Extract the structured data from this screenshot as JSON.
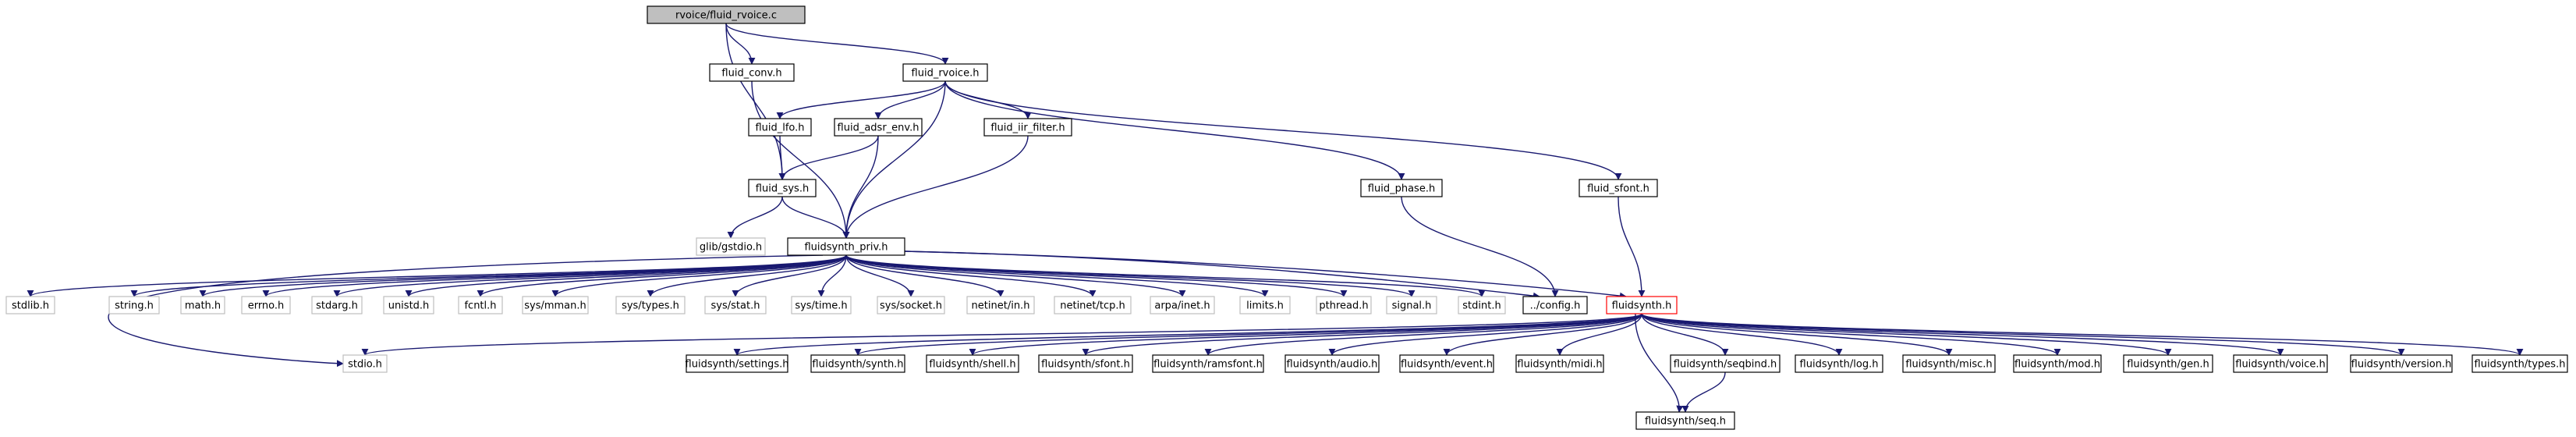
{
  "graph": {
    "type": "include-dependency-graph",
    "colors": {
      "edge": "#191970",
      "root_fill": "#bfbfbf",
      "node_border": "#000000",
      "external_border": "#bfbfbf",
      "highlight_border": "#ff0000",
      "node_fill": "#ffffff"
    },
    "nodes": [
      {
        "id": "root",
        "label": "rvoice/fluid_rvoice.c",
        "kind": "root"
      },
      {
        "id": "conv",
        "label": "fluid_conv.h",
        "kind": "normal"
      },
      {
        "id": "rvoiceh",
        "label": "fluid_rvoice.h",
        "kind": "normal"
      },
      {
        "id": "lfo",
        "label": "fluid_lfo.h",
        "kind": "normal"
      },
      {
        "id": "adsr",
        "label": "fluid_adsr_env.h",
        "kind": "normal"
      },
      {
        "id": "iir",
        "label": "fluid_iir_filter.h",
        "kind": "normal"
      },
      {
        "id": "sys",
        "label": "fluid_sys.h",
        "kind": "normal"
      },
      {
        "id": "phase",
        "label": "fluid_phase.h",
        "kind": "normal"
      },
      {
        "id": "sfont",
        "label": "fluid_sfont.h",
        "kind": "normal"
      },
      {
        "id": "glib",
        "label": "glib/gstdio.h",
        "kind": "external"
      },
      {
        "id": "priv",
        "label": "fluidsynth_priv.h",
        "kind": "normal"
      },
      {
        "id": "stdlib",
        "label": "stdlib.h",
        "kind": "external"
      },
      {
        "id": "string",
        "label": "string.h",
        "kind": "external"
      },
      {
        "id": "math",
        "label": "math.h",
        "kind": "external"
      },
      {
        "id": "errno",
        "label": "errno.h",
        "kind": "external"
      },
      {
        "id": "stdarg",
        "label": "stdarg.h",
        "kind": "external"
      },
      {
        "id": "unistd",
        "label": "unistd.h",
        "kind": "external"
      },
      {
        "id": "fcntl",
        "label": "fcntl.h",
        "kind": "external"
      },
      {
        "id": "mman",
        "label": "sys/mman.h",
        "kind": "external"
      },
      {
        "id": "types",
        "label": "sys/types.h",
        "kind": "external"
      },
      {
        "id": "stat",
        "label": "sys/stat.h",
        "kind": "external"
      },
      {
        "id": "time",
        "label": "sys/time.h",
        "kind": "external"
      },
      {
        "id": "socket",
        "label": "sys/socket.h",
        "kind": "external"
      },
      {
        "id": "netin",
        "label": "netinet/in.h",
        "kind": "external"
      },
      {
        "id": "nettcp",
        "label": "netinet/tcp.h",
        "kind": "external"
      },
      {
        "id": "arpa",
        "label": "arpa/inet.h",
        "kind": "external"
      },
      {
        "id": "limits",
        "label": "limits.h",
        "kind": "external"
      },
      {
        "id": "pthread",
        "label": "pthread.h",
        "kind": "external"
      },
      {
        "id": "signal",
        "label": "signal.h",
        "kind": "external"
      },
      {
        "id": "stdint",
        "label": "stdint.h",
        "kind": "external"
      },
      {
        "id": "config",
        "label": "../config.h",
        "kind": "normal"
      },
      {
        "id": "fluidsynth",
        "label": "fluidsynth.h",
        "kind": "highlight"
      },
      {
        "id": "stdio",
        "label": "stdio.h",
        "kind": "external"
      },
      {
        "id": "settings",
        "label": "fluidsynth/settings.h",
        "kind": "normal"
      },
      {
        "id": "synth",
        "label": "fluidsynth/synth.h",
        "kind": "normal"
      },
      {
        "id": "shell",
        "label": "fluidsynth/shell.h",
        "kind": "normal"
      },
      {
        "id": "fsfont",
        "label": "fluidsynth/sfont.h",
        "kind": "normal"
      },
      {
        "id": "ramsfont",
        "label": "fluidsynth/ramsfont.h",
        "kind": "normal"
      },
      {
        "id": "audio",
        "label": "fluidsynth/audio.h",
        "kind": "normal"
      },
      {
        "id": "event",
        "label": "fluidsynth/event.h",
        "kind": "normal"
      },
      {
        "id": "midi",
        "label": "fluidsynth/midi.h",
        "kind": "normal"
      },
      {
        "id": "seqbind",
        "label": "fluidsynth/seqbind.h",
        "kind": "normal"
      },
      {
        "id": "log",
        "label": "fluidsynth/log.h",
        "kind": "normal"
      },
      {
        "id": "misc",
        "label": "fluidsynth/misc.h",
        "kind": "normal"
      },
      {
        "id": "mod",
        "label": "fluidsynth/mod.h",
        "kind": "normal"
      },
      {
        "id": "gen",
        "label": "fluidsynth/gen.h",
        "kind": "normal"
      },
      {
        "id": "voice",
        "label": "fluidsynth/voice.h",
        "kind": "normal"
      },
      {
        "id": "version",
        "label": "fluidsynth/version.h",
        "kind": "normal"
      },
      {
        "id": "ftypes",
        "label": "fluidsynth/types.h",
        "kind": "normal"
      },
      {
        "id": "seq",
        "label": "fluidsynth/seq.h",
        "kind": "normal"
      }
    ],
    "edges": [
      [
        "root",
        "conv"
      ],
      [
        "root",
        "rvoiceh"
      ],
      [
        "root",
        "sys"
      ],
      [
        "conv",
        "priv"
      ],
      [
        "rvoiceh",
        "lfo"
      ],
      [
        "rvoiceh",
        "adsr"
      ],
      [
        "rvoiceh",
        "iir"
      ],
      [
        "rvoiceh",
        "phase"
      ],
      [
        "rvoiceh",
        "sfont"
      ],
      [
        "rvoiceh",
        "priv"
      ],
      [
        "lfo",
        "sys"
      ],
      [
        "adsr",
        "sys"
      ],
      [
        "adsr",
        "priv"
      ],
      [
        "iir",
        "priv"
      ],
      [
        "sys",
        "glib"
      ],
      [
        "sys",
        "priv"
      ],
      [
        "phase",
        "config"
      ],
      [
        "sfont",
        "fluidsynth"
      ],
      [
        "priv",
        "stdlib"
      ],
      [
        "priv",
        "string"
      ],
      [
        "priv",
        "math"
      ],
      [
        "priv",
        "errno"
      ],
      [
        "priv",
        "stdarg"
      ],
      [
        "priv",
        "unistd"
      ],
      [
        "priv",
        "fcntl"
      ],
      [
        "priv",
        "mman"
      ],
      [
        "priv",
        "types"
      ],
      [
        "priv",
        "stat"
      ],
      [
        "priv",
        "time"
      ],
      [
        "priv",
        "socket"
      ],
      [
        "priv",
        "netin"
      ],
      [
        "priv",
        "nettcp"
      ],
      [
        "priv",
        "arpa"
      ],
      [
        "priv",
        "limits"
      ],
      [
        "priv",
        "pthread"
      ],
      [
        "priv",
        "signal"
      ],
      [
        "priv",
        "stdint"
      ],
      [
        "priv",
        "config"
      ],
      [
        "priv",
        "fluidsynth"
      ],
      [
        "priv",
        "stdio"
      ],
      [
        "fluidsynth",
        "stdio"
      ],
      [
        "fluidsynth",
        "settings"
      ],
      [
        "fluidsynth",
        "synth"
      ],
      [
        "fluidsynth",
        "shell"
      ],
      [
        "fluidsynth",
        "fsfont"
      ],
      [
        "fluidsynth",
        "ramsfont"
      ],
      [
        "fluidsynth",
        "audio"
      ],
      [
        "fluidsynth",
        "event"
      ],
      [
        "fluidsynth",
        "midi"
      ],
      [
        "fluidsynth",
        "seqbind"
      ],
      [
        "fluidsynth",
        "log"
      ],
      [
        "fluidsynth",
        "misc"
      ],
      [
        "fluidsynth",
        "mod"
      ],
      [
        "fluidsynth",
        "gen"
      ],
      [
        "fluidsynth",
        "voice"
      ],
      [
        "fluidsynth",
        "version"
      ],
      [
        "fluidsynth",
        "ftypes"
      ],
      [
        "fluidsynth",
        "seq"
      ],
      [
        "seqbind",
        "seq"
      ]
    ]
  }
}
